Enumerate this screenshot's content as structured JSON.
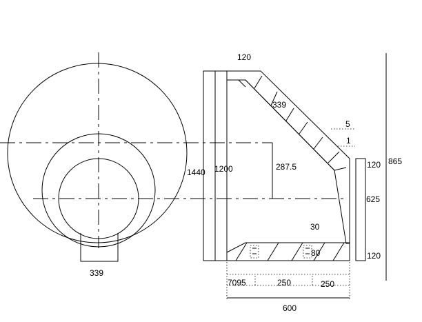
{
  "dimensions": {
    "top_width": "120",
    "slant_length": "339",
    "offset_small": "5",
    "offset_one": "1",
    "flange_top": "120",
    "overall_height": "865",
    "height_1440": "1440",
    "height_1200": "1200",
    "center_offset": "287.5",
    "middle_625": "625",
    "value_30": "30",
    "value_80": "80",
    "flange_bottom": "120",
    "circle_width": "339",
    "bottom_left": "7095",
    "bottom_mid": "250",
    "bottom_right": "250",
    "total_width": "600"
  }
}
